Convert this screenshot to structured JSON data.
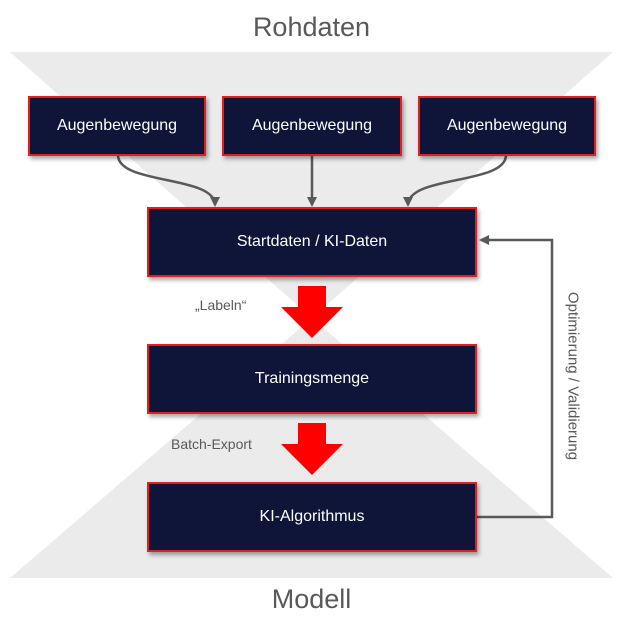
{
  "titles": {
    "top": "Rohdaten",
    "bottom": "Modell"
  },
  "sources": [
    {
      "label": "Augenbewegung"
    },
    {
      "label": "Augenbewegung"
    },
    {
      "label": "Augenbewegung"
    }
  ],
  "steps": {
    "start": "Startdaten / KI-Daten",
    "training": "Trainingsmenge",
    "algorithm": "KI-Algorithmus"
  },
  "edge_labels": {
    "label_step": "„Labeln“",
    "export_step": "Batch-Export",
    "feedback": "Optimierung / Validierung"
  },
  "colors": {
    "box_fill": "#0e1538",
    "box_border": "#e02020",
    "arrow_red": "#ff0000",
    "connector": "#595959",
    "funnel": "#ebebeb"
  }
}
